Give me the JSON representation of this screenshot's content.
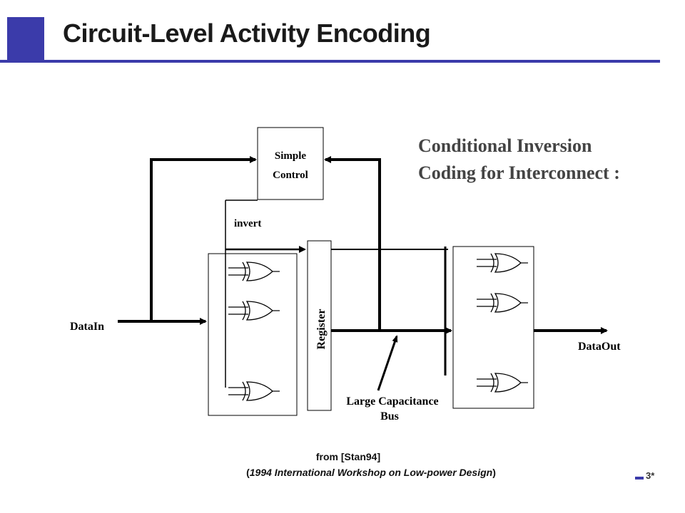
{
  "slide": {
    "title": "Circuit-Level Activity Encoding",
    "page_number": "3*",
    "accent_color": "#3b3baa"
  },
  "diagram": {
    "heading_line1": "Conditional Inversion",
    "heading_line2": "Coding for Interconnect :",
    "control_line1": "Simple",
    "control_line2": "Control",
    "invert_label": "invert",
    "register_label": "Register",
    "input_label": "DataIn",
    "output_label": "DataOut",
    "bus_label_line1": "Large Capacitance",
    "bus_label_line2": "Bus"
  },
  "citation": {
    "source": "from [Stan94]",
    "paren_open": "(",
    "venue": "1994 International Workshop on Low-power Design",
    "paren_close": ")"
  }
}
